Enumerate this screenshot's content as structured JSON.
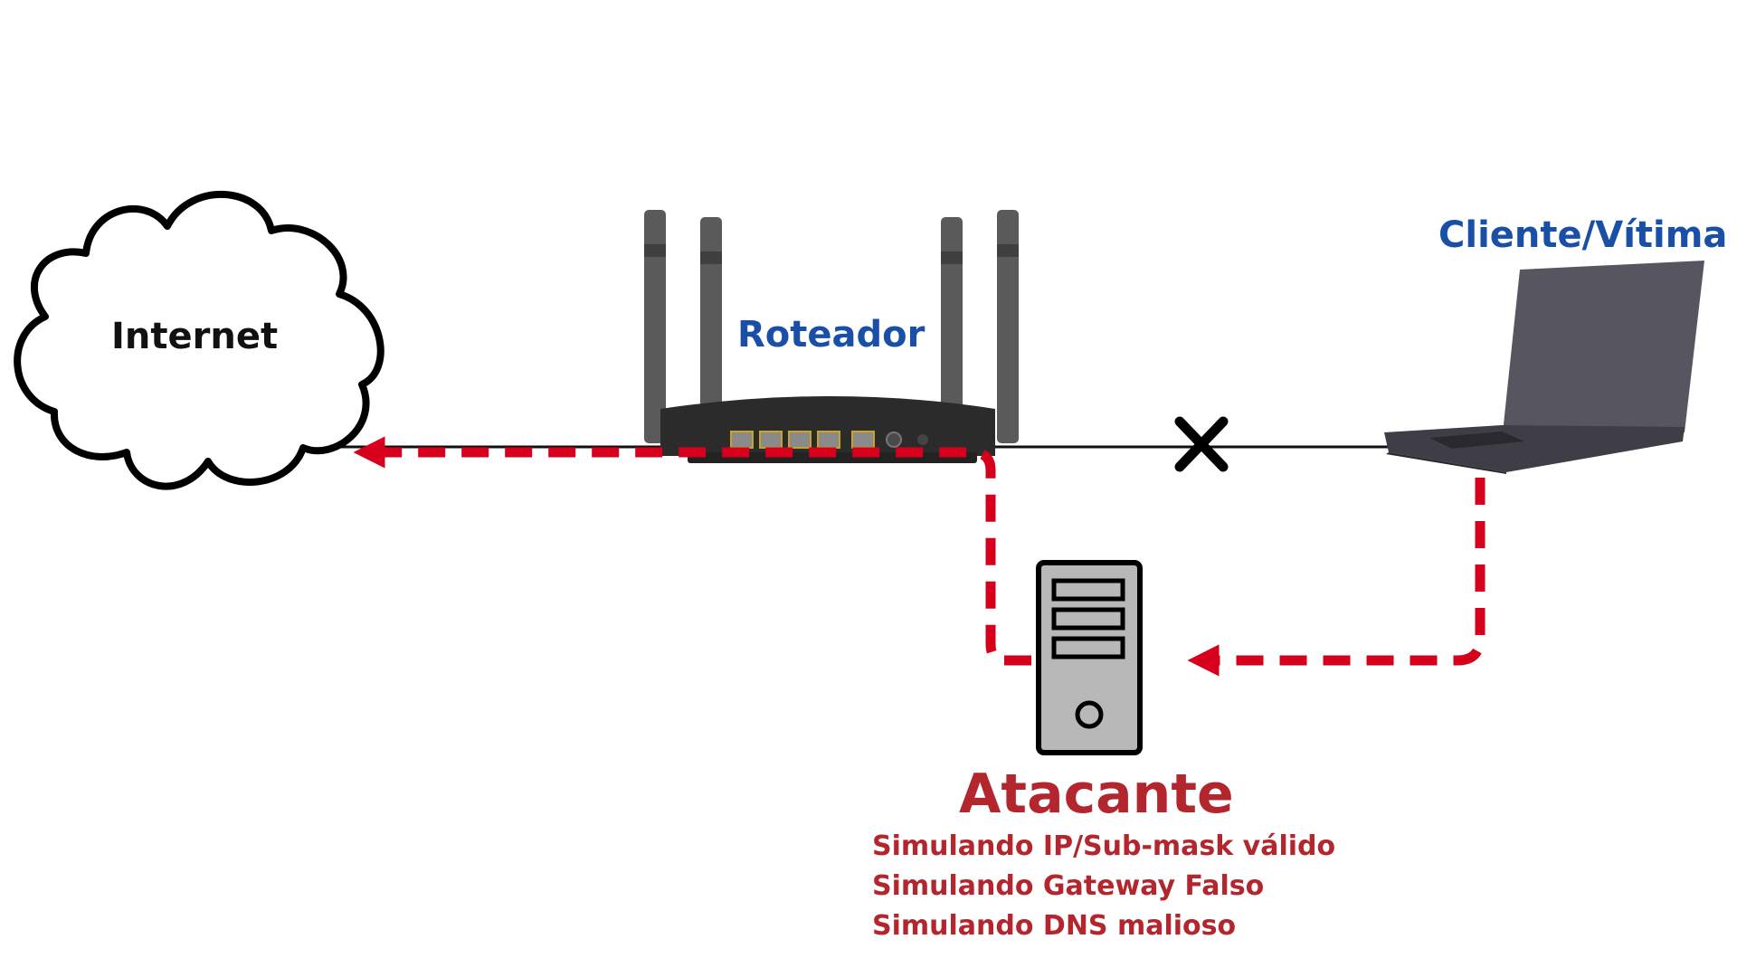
{
  "labels": {
    "internet": "Internet",
    "router": "Roteador",
    "client": "Cliente/Vítima",
    "attacker": "Atacante"
  },
  "attacker_actions": [
    "Simulando IP/Sub-mask válido",
    "Simulando Gateway Falso",
    "Simulando DNS malioso"
  ],
  "icons": {
    "cloud": "cloud-icon",
    "router": "router-icon",
    "laptop": "laptop-icon",
    "server": "server-icon",
    "blocked": "x-mark-icon"
  },
  "colors": {
    "attack_path": "#d6001c",
    "attacker_text": "#b3262d",
    "node_label_blue": "#1a4fa8",
    "link_line": "#111111"
  }
}
